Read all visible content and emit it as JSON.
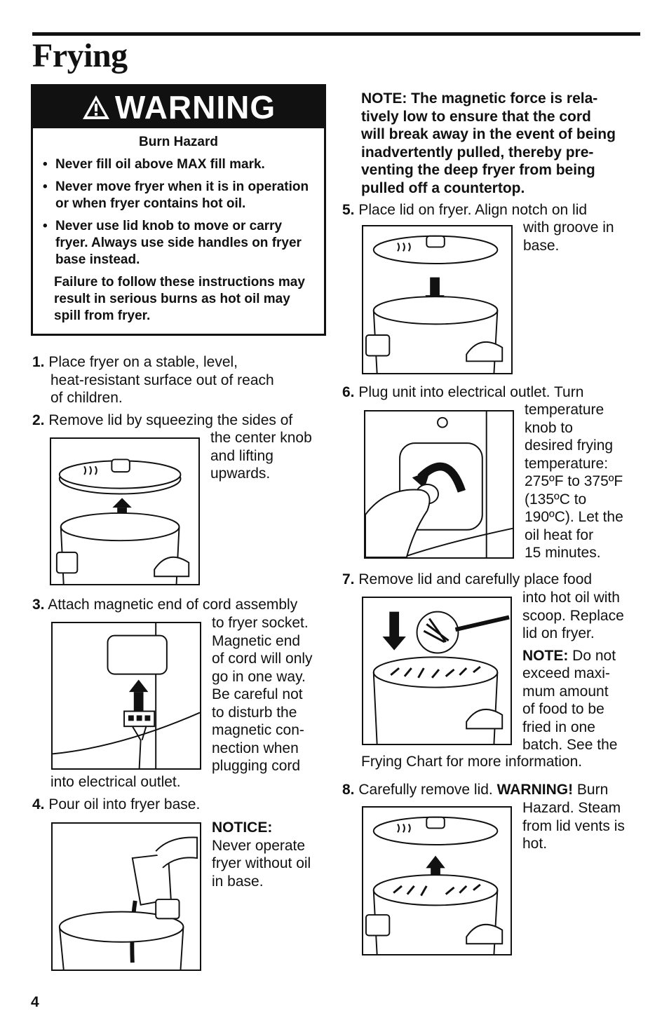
{
  "header": {
    "title": "Frying"
  },
  "warning": {
    "heading": "WARNING",
    "hazard": "Burn Hazard",
    "bullets": [
      "Never fill oil above MAX fill mark.",
      "Never move fryer when it is in operation or when fryer contains hot oil.",
      "Never use lid knob to move or carry fryer. Always use side handles on fryer base instead."
    ],
    "footer": "Failure to follow these instructions may result in serious burns as hot oil may spill from fryer."
  },
  "steps": [
    {
      "num": "1.",
      "lines": [
        "Place fryer on a stable, level,",
        "heat-resistant surface out of reach",
        "of children."
      ]
    },
    {
      "num": "2.",
      "first": "Remove lid by squeezing the sides of",
      "side": [
        "the center knob",
        "and lifting",
        "upwards."
      ]
    },
    {
      "num": "3.",
      "first": "Attach magnetic end of cord assembly",
      "side": [
        "to fryer socket.",
        "Magnetic end",
        "of cord will only",
        "go in one way.",
        "Be careful not",
        "to disturb the",
        "magnetic con-",
        "nection when",
        "plugging cord"
      ],
      "after": "into electrical outlet."
    },
    {
      "num": "4.",
      "first": "Pour oil into fryer base.",
      "notice_label": "NOTICE:",
      "side": [
        "Never operate",
        "fryer without oil",
        "in base."
      ]
    },
    {
      "num": "5.",
      "first": "Place lid on fryer. Align notch on lid",
      "side": [
        "with groove in",
        "base."
      ]
    },
    {
      "num": "6.",
      "first": "Plug unit into electrical outlet. Turn",
      "side": [
        "temperature",
        "knob to",
        "desired frying",
        "temperature:",
        "275ºF to 375ºF",
        "(135ºC to",
        "190ºC). Let the",
        "oil heat for",
        "15 minutes."
      ]
    },
    {
      "num": "7.",
      "first": "Remove lid and carefully place food",
      "side": [
        "into hot oil with",
        "scoop. Replace",
        "lid on fryer."
      ],
      "note_label": "NOTE:",
      "note_side": [
        " Do not",
        "exceed maxi-",
        "mum amount",
        "of food to be",
        "fried in one",
        "batch. See the"
      ],
      "after": "Frying Chart for more information."
    },
    {
      "num": "8.",
      "first_a": "Carefully remove lid. ",
      "warning_label": "WARNING!",
      "first_b": " Burn",
      "side": [
        "Hazard. Steam",
        "from lid vents is",
        "hot."
      ]
    }
  ],
  "note_magnetic": [
    "NOTE: The magnetic force is rela-",
    "tively low to ensure that the cord",
    "will break away in the event of being",
    "inadvertently pulled, thereby pre-",
    "venting the deep fryer from being",
    "pulled off a countertop."
  ],
  "footer": {
    "page_number": "4"
  }
}
